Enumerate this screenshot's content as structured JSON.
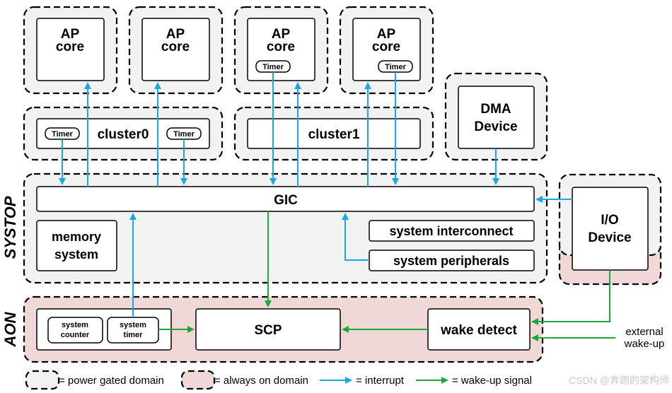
{
  "labels": {
    "ap_core_line1": "AP",
    "ap_core_line2": "core",
    "timer": "Timer",
    "cluster0": "cluster0",
    "cluster1": "cluster1",
    "dma_line1": "DMA",
    "dma_line2": "Device",
    "gic": "GIC",
    "memory_line1": "memory",
    "memory_line2": "system",
    "system_interconnect": "system interconnect",
    "system_peripherals": "system peripherals",
    "io_line1": "I/O",
    "io_line2": "Device",
    "systop": "SYSTOP",
    "aon": "AON",
    "system_counter_line1": "system",
    "system_counter_line2": "counter",
    "system_timer_line1": "system",
    "system_timer_line2": "timer",
    "scp": "SCP",
    "wake_detect": "wake detect",
    "external_line1": "external",
    "external_line2": "wake-up"
  },
  "legend": {
    "power_gated": "= power gated domain",
    "always_on": "= always on domain",
    "interrupt": "= interrupt",
    "wakeup": "= wake-up signal"
  },
  "watermark": "CSDN @奔跑的架构师",
  "colors": {
    "power_gated_fill": "#f2f2f2",
    "always_on_fill": "#f0d8d6",
    "interrupt": "#1aa7e6",
    "wakeup": "#1fa83a"
  }
}
